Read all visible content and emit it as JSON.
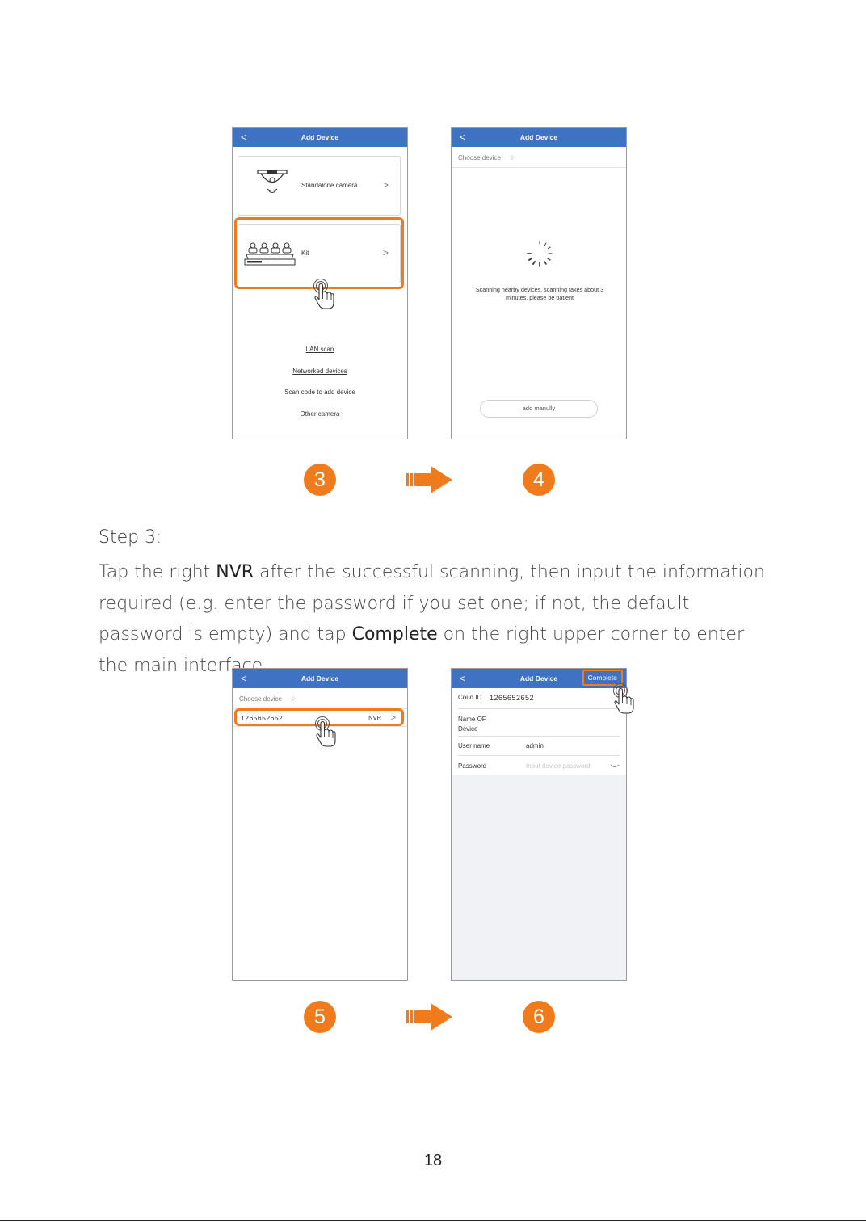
{
  "screens": {
    "screen3": {
      "title": "Add Device",
      "back": "<",
      "options": [
        {
          "label": "Standalone camera",
          "chevron": ">"
        },
        {
          "label": "Kit",
          "chevron": ">"
        }
      ],
      "links": [
        "LAN scan",
        "Networked devices",
        "Scan code to add device",
        "Other camera"
      ]
    },
    "screen4": {
      "title": "Add Device",
      "back": "<",
      "choose": "Choose device",
      "scan_msg": "Scanning nearby devices, scanning takes about 3 minutes, please be patient",
      "manual_button": "add manully"
    },
    "screen5": {
      "title": "Add Device",
      "back": "<",
      "choose": "Choose device",
      "device_id": "1265652652",
      "device_type": "NVR",
      "chevron": ">"
    },
    "screen6": {
      "title": "Add Device",
      "back": "<",
      "complete": "Complete",
      "cloud_label": "Coud ID",
      "cloud_value": "1265652652",
      "name_label": "Name OF Device",
      "user_label": "User name",
      "user_value": "admin",
      "pass_label": "Password",
      "pass_placeholder": "Input device password"
    }
  },
  "steps": [
    "3",
    "4",
    "5",
    "6"
  ],
  "step_heading": "Step 3",
  "step_colon": ":",
  "para": {
    "p1": "Tap the right ",
    "nvr": "NVR",
    "p2": " after the successful scanning, then input the information required (e.g. enter the password if you set one; if not, the default password is empty) and tap ",
    "complete": "Complete",
    "p3": " on the right upper corner to enter the main interface."
  },
  "page_number": "18",
  "colors": {
    "accent": "#f07b1d",
    "header": "#3f72c3"
  }
}
